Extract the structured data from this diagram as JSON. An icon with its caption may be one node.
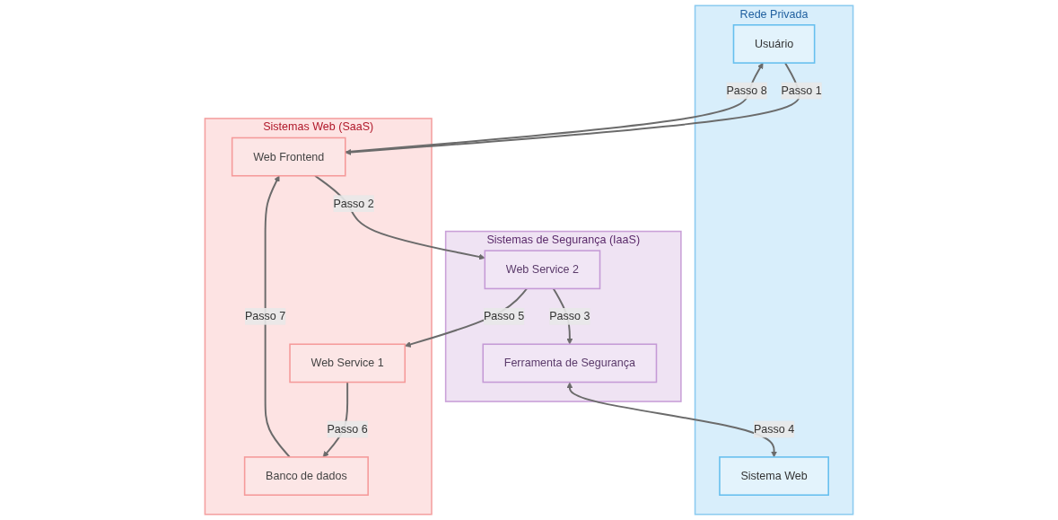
{
  "diagram": {
    "nodes": [
      {
        "text": [
          "Rede Privada"
        ]
      },
      {
        "text": [
          "Sistema Web"
        ],
        "in": 0
      },
      {
        "text": [
          "Usuário"
        ],
        "in": 0
      },
      {
        "text": [
          "Sistemas de Segurança (IaaS)"
        ]
      },
      {
        "text": [
          "Ferramenta de Segurança"
        ],
        "in": 3
      },
      {
        "text": [
          "Web Service 2"
        ],
        "in": 3
      },
      {
        "text": [
          "Sistemas Web (SaaS)"
        ]
      },
      {
        "text": [
          "Web Frontend"
        ],
        "in": 6
      },
      {
        "text": [
          "Web Service 1"
        ],
        "in": 6
      },
      {
        "text": [
          "Banco de dados"
        ],
        "in": 6
      }
    ],
    "edges": [
      {
        "from": 2,
        "to": 7,
        "arrow": "to",
        "label": "Passo 1"
      },
      {
        "from": 7,
        "to": 5,
        "arrow": "to",
        "label": "Passo 2"
      },
      {
        "from": 5,
        "to": 4,
        "arrow": "to",
        "label": "Passo 3"
      },
      {
        "from": 4,
        "to": 1,
        "arrow": "both",
        "label": "Passo 4"
      },
      {
        "from": 5,
        "to": 8,
        "arrow": "to",
        "label": "Passo 5"
      },
      {
        "from": 8,
        "to": 9,
        "arrow": "to",
        "label": "Passo 6"
      },
      {
        "from": 9,
        "to": 7,
        "arrow": "to",
        "label": "Passo 7"
      },
      {
        "from": 7,
        "to": 2,
        "arrow": "to",
        "label": "Passo 8"
      }
    ]
  }
}
